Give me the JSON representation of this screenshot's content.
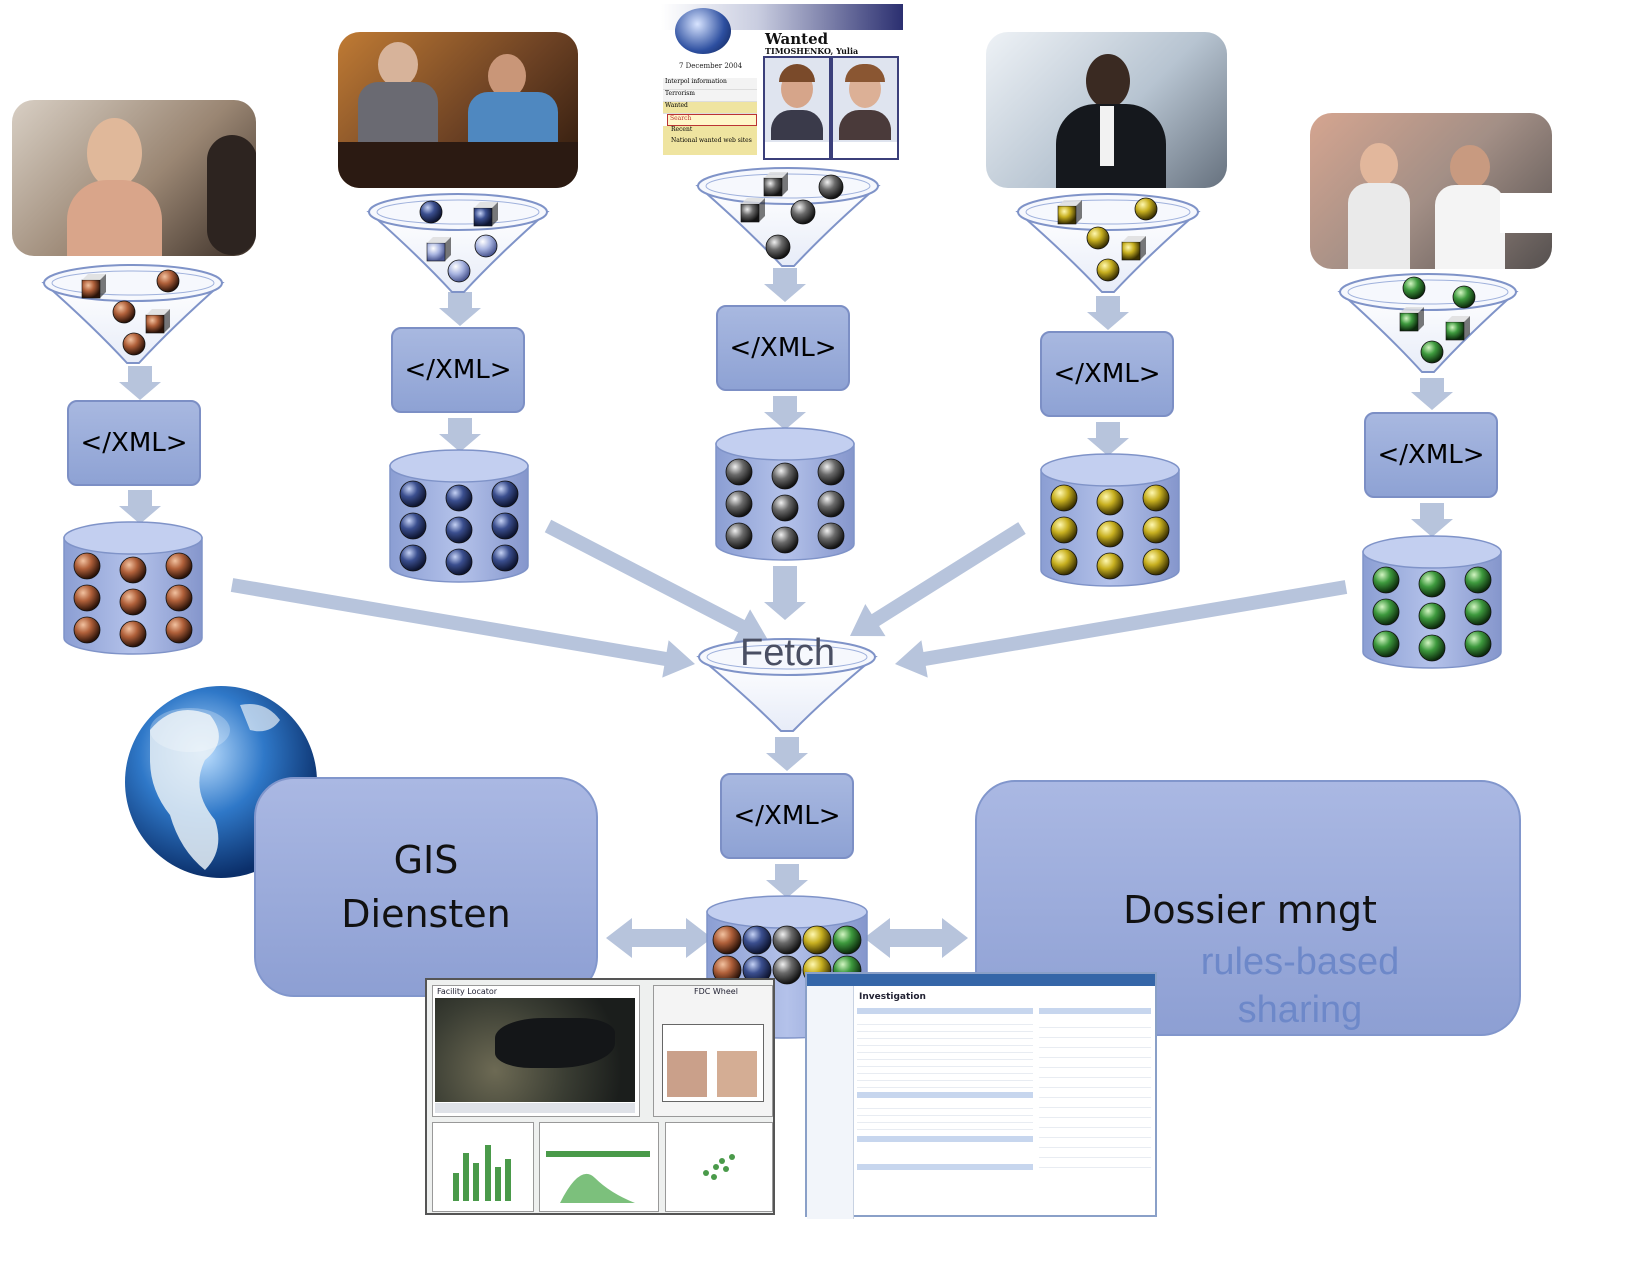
{
  "xml_label": "</XML>",
  "fetch_label": "Fetch",
  "gis": {
    "line1": "GIS",
    "line2": "Diensten"
  },
  "dossier": {
    "title": "Dossier mngt",
    "sub1": "rules-based",
    "sub2": "sharing"
  },
  "wanted_card": {
    "title": "Wanted",
    "name": "TIMOSHENKO, Yulia",
    "date": "7 December 2004",
    "menu": [
      "Interpol information",
      "Terrorism",
      "Wanted",
      "Search",
      "Recent",
      "National wanted web sites"
    ]
  },
  "screens": {
    "facility": "Facility Locator",
    "fdc": "FDC Wheel",
    "investigation": "Investigation"
  },
  "colors": {
    "brown": "#b0603a",
    "blue": "#3b4f8f",
    "gray": "#6a6a6a",
    "yellow": "#c8b020",
    "green": "#3e9a3e",
    "box": "#9aacdc",
    "arrow": "#b7c4dc"
  },
  "sources": [
    {
      "id": "s1",
      "ball_color": "#b0603a"
    },
    {
      "id": "s2",
      "ball_color": "#3b4f8f"
    },
    {
      "id": "s3",
      "ball_color": "#6a6a6a"
    },
    {
      "id": "s4",
      "ball_color": "#c8b020"
    },
    {
      "id": "s5",
      "ball_color": "#3e9a3e"
    }
  ]
}
